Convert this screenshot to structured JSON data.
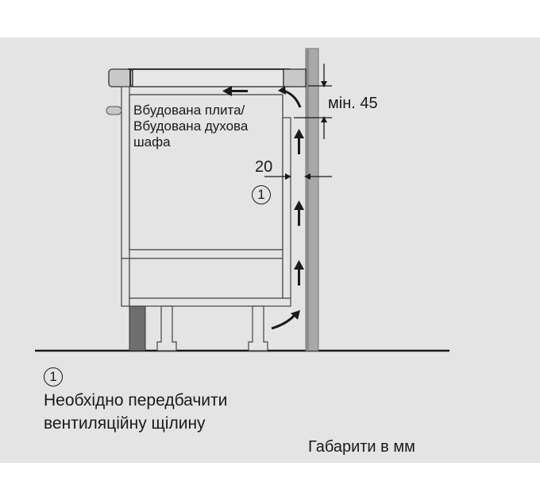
{
  "diagram": {
    "appliance_label": [
      "Вбудована плита/",
      "Вбудована духова",
      "шафа"
    ],
    "gap_dimension": "20",
    "min_dimension": "мін. 45",
    "callout_marker": "1",
    "legend": {
      "marker": "1",
      "lines": [
        "Необхідно передбачити",
        "вентиляційну щілину"
      ]
    },
    "units_note": "Габарити в мм",
    "icons": [
      "airflow-arrow-up-icon",
      "airflow-arrow-left-icon",
      "airflow-curved-arrow-icon",
      "dimension-arrow-icon",
      "circled-number-icon"
    ],
    "colors": {
      "background": "#e4e4e4",
      "line": "#1a1a1a",
      "wall": "#9a9a9a",
      "plinth": "#6e6e6e",
      "cooktop_trim": "#c8c8c8"
    }
  }
}
